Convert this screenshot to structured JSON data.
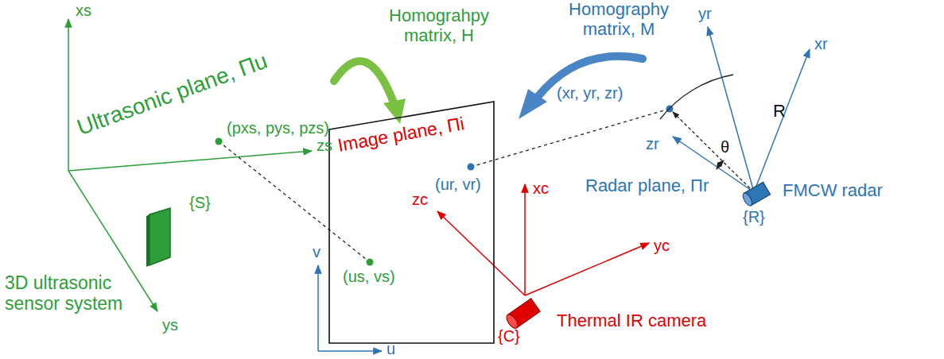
{
  "diagram": {
    "nodes": [
      {
        "text": [
          "Image plane, Πi",
          "(ur, vr)",
          "(us, vs)"
        ]
      }
    ],
    "labels": [
      "xs",
      "Ultrasonic plane, Πu",
      "(pxs, pys, pzs)",
      "zs",
      "{S}",
      "3D ultrasonic sensor system",
      "ys",
      "Homograhpy matrix, H",
      "Homography matrix, M",
      "(xr, yr, zr)",
      "yr",
      "xr",
      "R",
      "θ",
      "zr",
      "xc",
      "zc",
      "yc",
      "Radar plane, Πr",
      "{R}",
      "FMCW radar",
      "{C}",
      "Thermal IR camera",
      "v",
      "u"
    ]
  }
}
